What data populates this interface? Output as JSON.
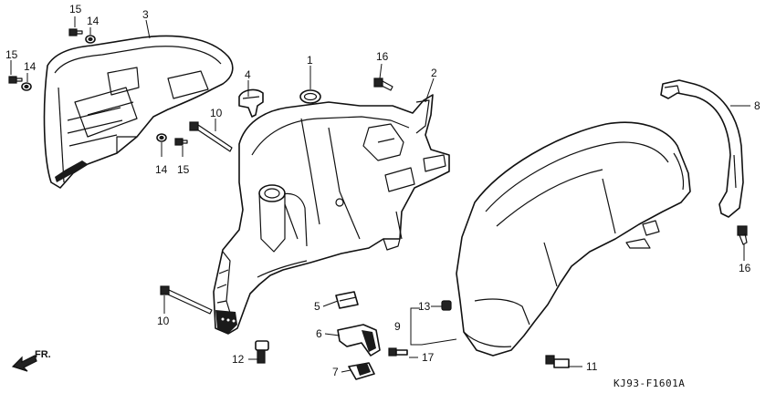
{
  "diagram_code": "KJ93-F1601A",
  "direction_label": "FR.",
  "callouts": {
    "c1": "1",
    "c2": "2",
    "c3": "3",
    "c4": "4",
    "c5": "5",
    "c6": "6",
    "c7": "7",
    "c8": "8",
    "c9": "9",
    "c10_upper": "10",
    "c10_lower": "10",
    "c11": "11",
    "c12": "12",
    "c13": "13",
    "c14_top": "14",
    "c14_left": "14",
    "c14_mid": "14",
    "c15_top": "15",
    "c15_left": "15",
    "c15_mid": "15",
    "c16_top": "16",
    "c16_right": "16",
    "c17": "17"
  }
}
